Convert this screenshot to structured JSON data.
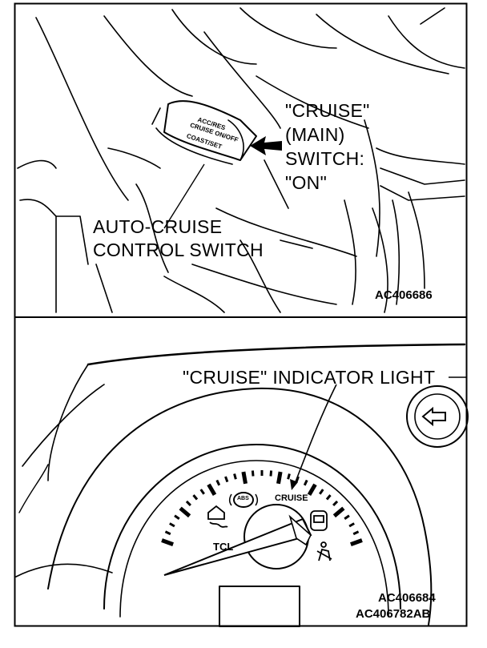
{
  "top_panel": {
    "callout_cruise_main": [
      "\"CRUISE\"",
      "(MAIN)",
      "SWITCH:",
      "\"ON\""
    ],
    "callout_auto_cruise": [
      "AUTO-CRUISE",
      "CONTROL SWITCH"
    ],
    "switch_text": [
      "ACC/RES",
      "CRUISE ON/OFF",
      "COAST/SET"
    ],
    "figure_code": "AC406686"
  },
  "bottom_panel": {
    "callout_indicator": "\"CRUISE\" INDICATOR LIGHT",
    "gauge_cruise_text": "CRUISE",
    "gauge_abs_text": "ABS",
    "gauge_tcl_text": "TCL",
    "figure_code_1": "AC406684",
    "figure_code_2": "AC406782AB"
  }
}
